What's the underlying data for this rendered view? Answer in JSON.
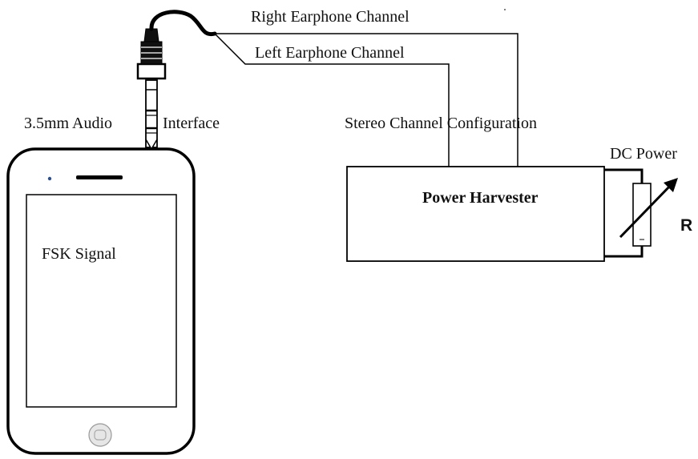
{
  "labels": {
    "right_channel": "Right Earphone Channel",
    "left_channel": "Left Earphone Channel",
    "audio_left": "3.5mm Audio",
    "audio_right": "Interface",
    "stereo_config": "Stereo Channel Configuration",
    "dc_power": "DC Power",
    "power_harvester": "Power Harvester",
    "resistor": "R",
    "fsk_signal": "FSK Signal"
  },
  "icons": {
    "phone": "smartphone-icon",
    "jack": "audio-jack-plug-icon",
    "variable_resistor": "variable-resistor-icon"
  },
  "colors": {
    "stroke": "#000000",
    "text": "#111111",
    "camera_dot": "#2b4f8c"
  }
}
